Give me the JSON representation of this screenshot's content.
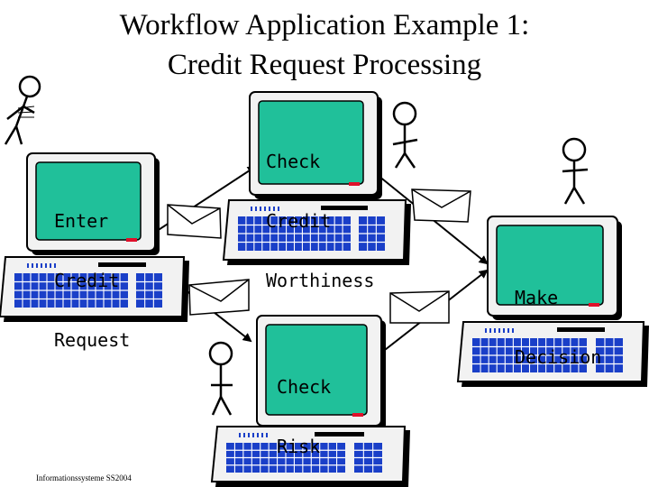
{
  "title": {
    "line1": "Workflow Application Example 1:",
    "line2": "Credit Request Processing"
  },
  "steps": [
    {
      "id": "enter",
      "lines": [
        "Enter",
        "Credit",
        "Request"
      ]
    },
    {
      "id": "check-credit",
      "lines": [
        "Check",
        "Credit",
        "Worthiness"
      ]
    },
    {
      "id": "check-risk",
      "lines": [
        "Check",
        "Risk"
      ]
    },
    {
      "id": "decision",
      "lines": [
        "Make",
        "Decision"
      ]
    }
  ],
  "footer": "Informationssysteme SS2004",
  "colors": {
    "screen": "#20c09a",
    "monitor": "#f2f2f2",
    "keyboard_keys": "#1a3fc8",
    "shadow": "#000000",
    "led": "#e0102a"
  },
  "icons": [
    "computer-icon",
    "stick-figure-icon",
    "envelope-icon",
    "arrow-icon"
  ]
}
